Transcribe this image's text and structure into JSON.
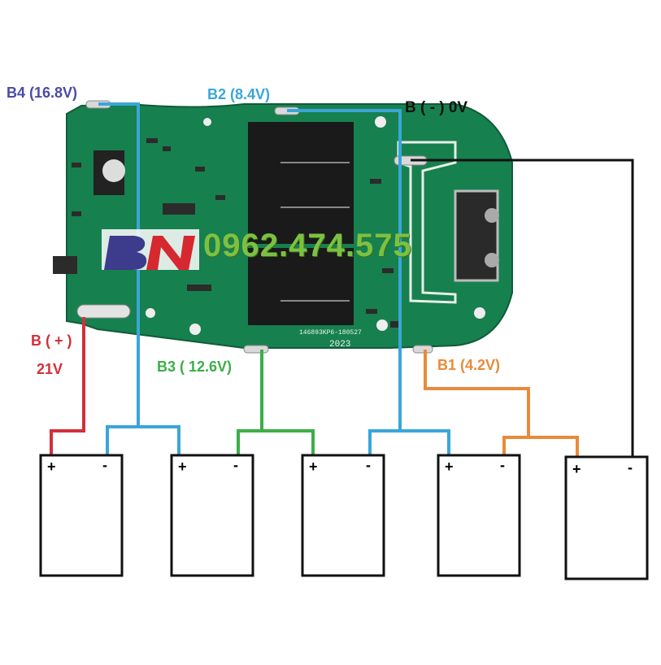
{
  "labels": {
    "b4": "B4 (16.8V)",
    "b2": "B2 (8.4V)",
    "bneg": "B ( - )  0V",
    "bpos": "B ( + )",
    "bpos_v": "21V",
    "b3": "B3 ( 12.6V)",
    "b1": "B1 (4.2V)"
  },
  "watermark": {
    "logo": "BN",
    "phone": "0962.474.575"
  },
  "board": {
    "code": "146893KP6-180527",
    "year": "2023"
  },
  "cells": [
    {
      "plus": "+",
      "minus": "-"
    },
    {
      "plus": "+",
      "minus": "-"
    },
    {
      "plus": "+",
      "minus": "-"
    },
    {
      "plus": "+",
      "minus": "-"
    },
    {
      "plus": "+",
      "minus": "-"
    }
  ],
  "colors": {
    "b4": "#4b4ba8",
    "b2": "#3aa6d8",
    "bneg": "#111111",
    "bpos": "#d32f3a",
    "b3": "#3cae48",
    "b1": "#e98a3a",
    "pcb": "#17804f"
  }
}
